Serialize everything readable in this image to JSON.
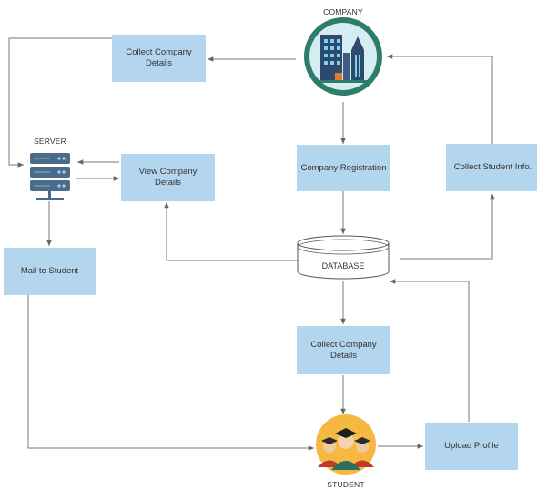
{
  "nodes": {
    "company": {
      "label": "COMPANY"
    },
    "server": {
      "label": "SERVER"
    },
    "database": {
      "label": "DATABASE"
    },
    "student": {
      "label": "STUDENT"
    },
    "collect_company_details_top": {
      "label": "Collect Company Details"
    },
    "view_company_details": {
      "label": "View Company Details"
    },
    "company_registration": {
      "label": "Company Registration"
    },
    "collect_student_info": {
      "label": "Collect Student Info."
    },
    "mail_to_student": {
      "label": "Mail to Student"
    },
    "collect_company_details_bottom": {
      "label": "Collect Company Details"
    },
    "upload_profile": {
      "label": "Upload Profile"
    }
  },
  "colors": {
    "box_fill": "#b3d5ee",
    "arrow": "#666666",
    "company_ring": "#2e7d6b",
    "company_bg": "#d6ecf3",
    "student_bg": "#f5b942",
    "server_body": "#4a6b8a"
  },
  "icons": {
    "company": "office-buildings-icon",
    "server": "server-rack-icon",
    "database": "database-cylinder-icon",
    "student": "graduates-group-icon"
  }
}
